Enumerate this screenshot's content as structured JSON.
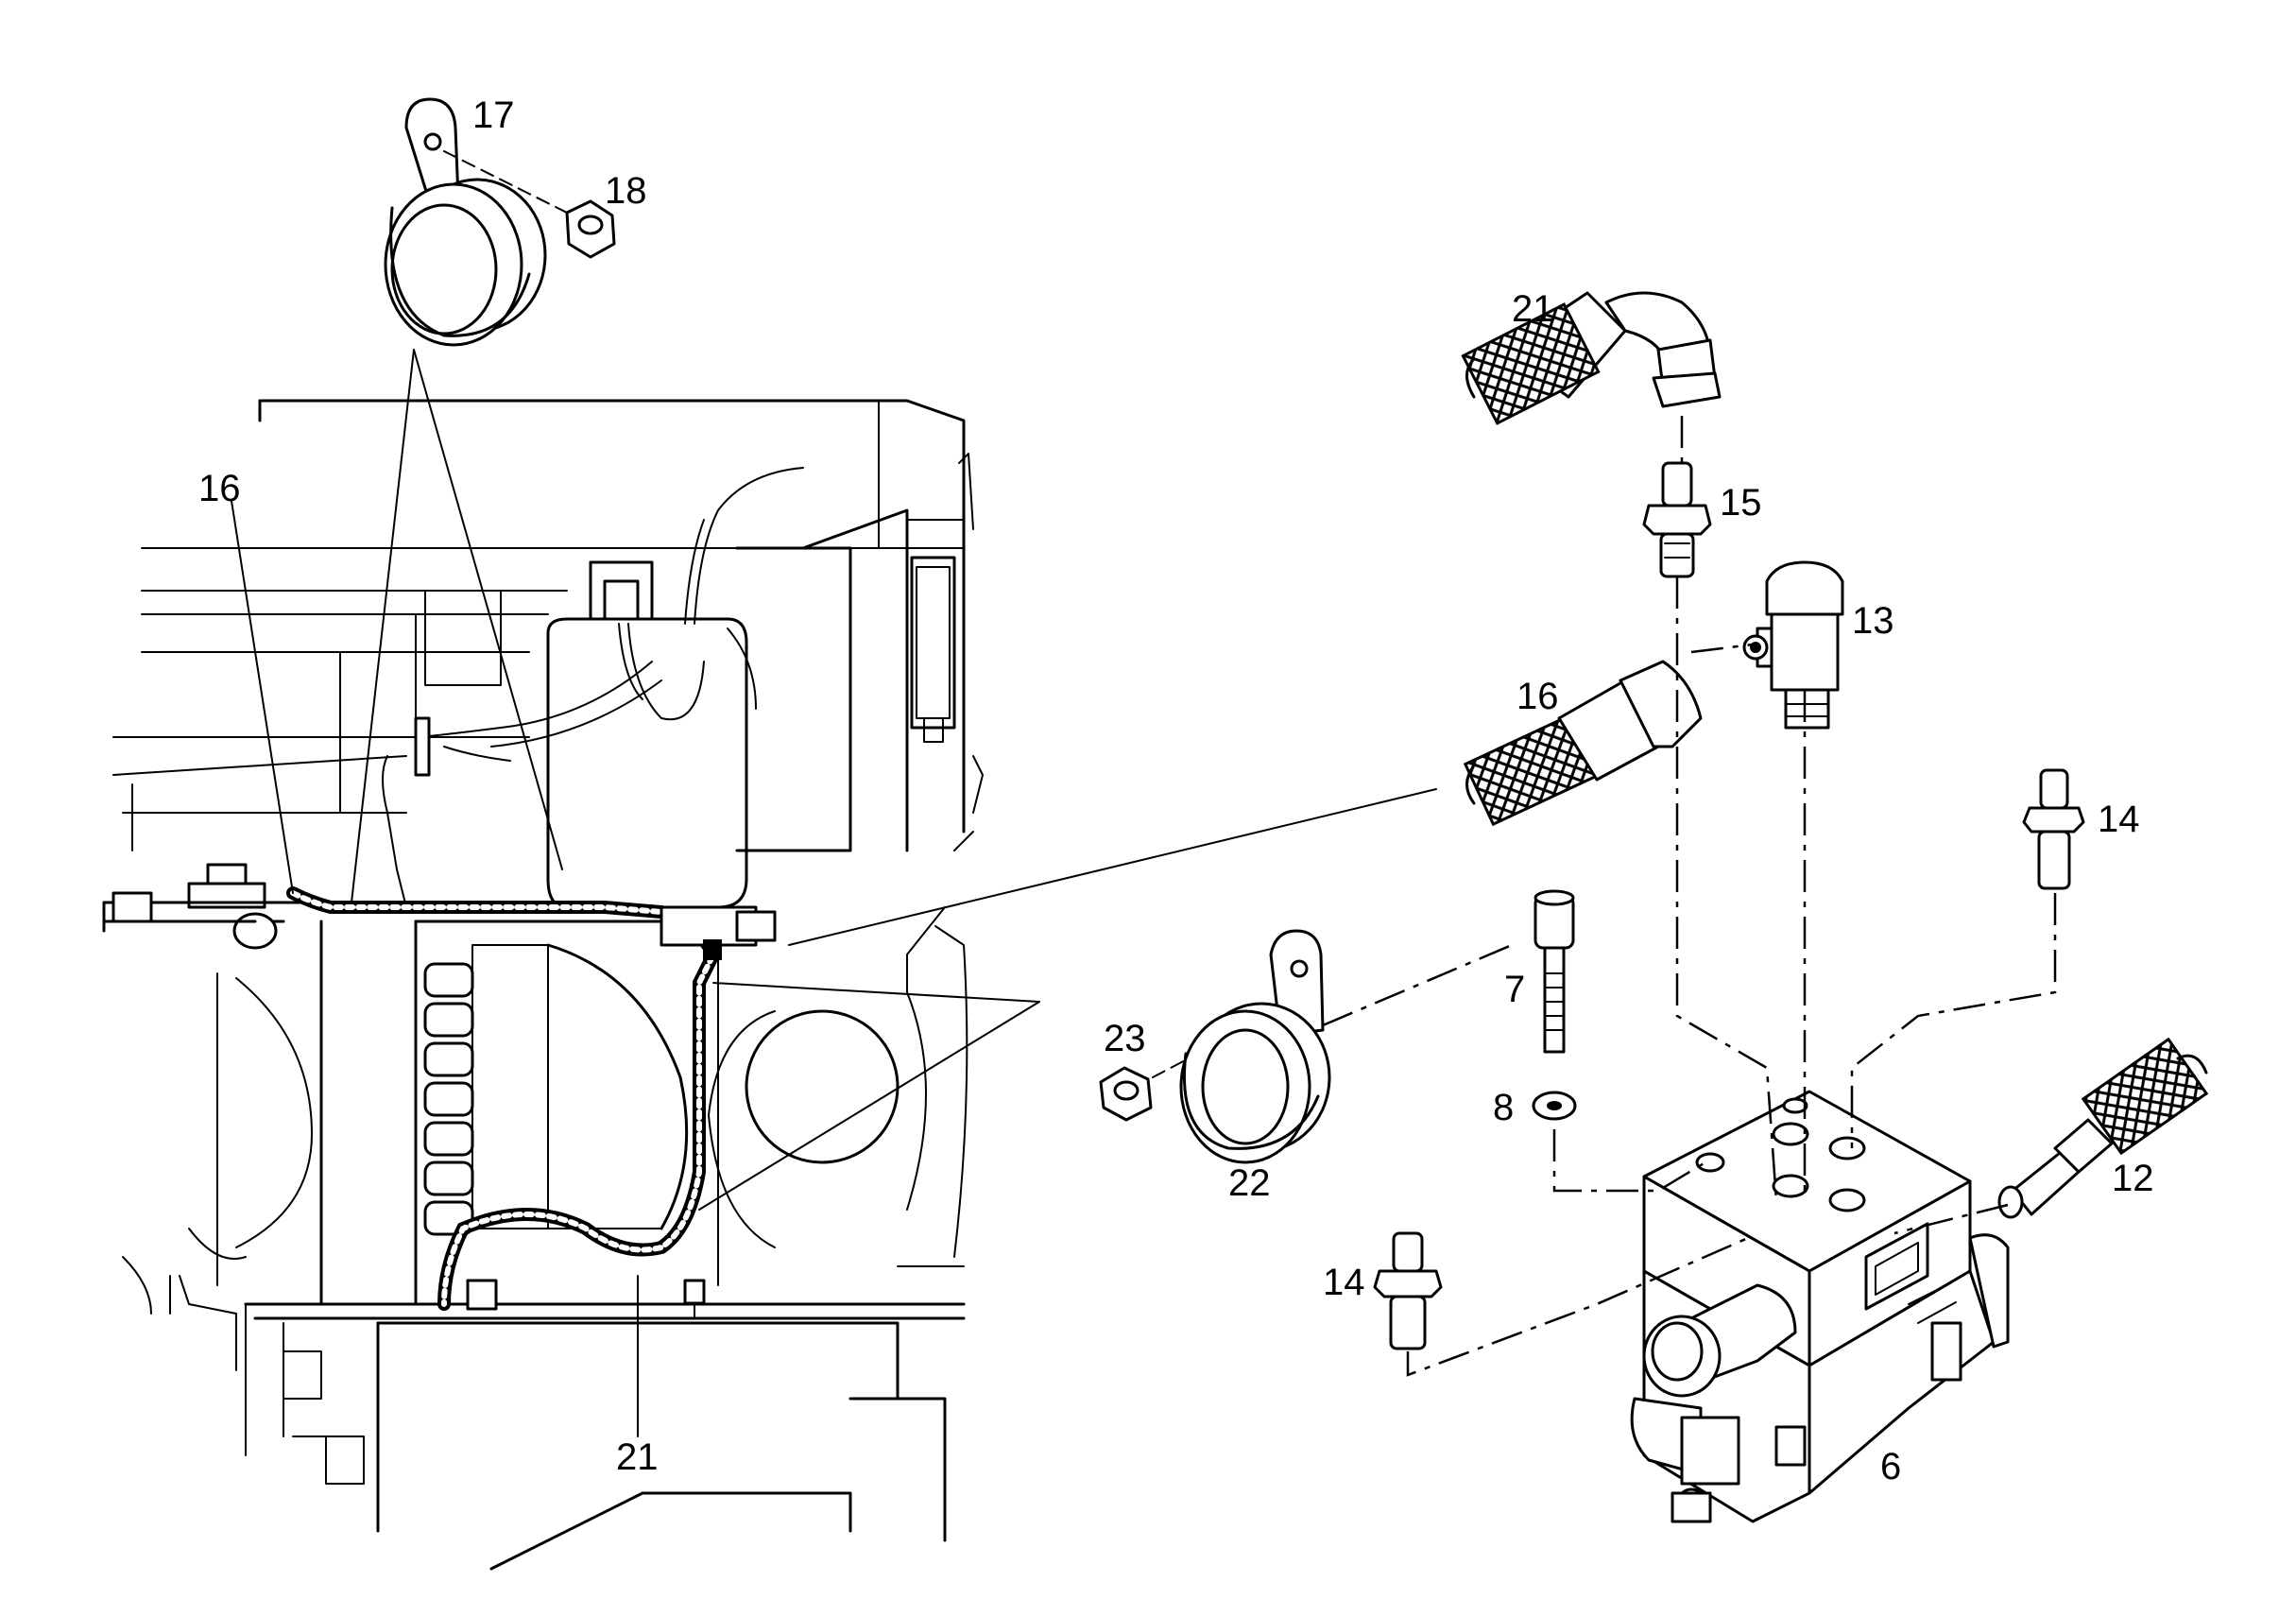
{
  "callouts": {
    "c16_left": "16",
    "c17": "17",
    "c18": "18",
    "c21_top": "21",
    "c15": "15",
    "c13": "13",
    "c16_right": "16",
    "c14_right": "14",
    "c7": "7",
    "c8": "8",
    "c23": "23",
    "c22": "22",
    "c12": "12",
    "c14_left": "14",
    "c6": "6",
    "c21_bottom": "21"
  }
}
